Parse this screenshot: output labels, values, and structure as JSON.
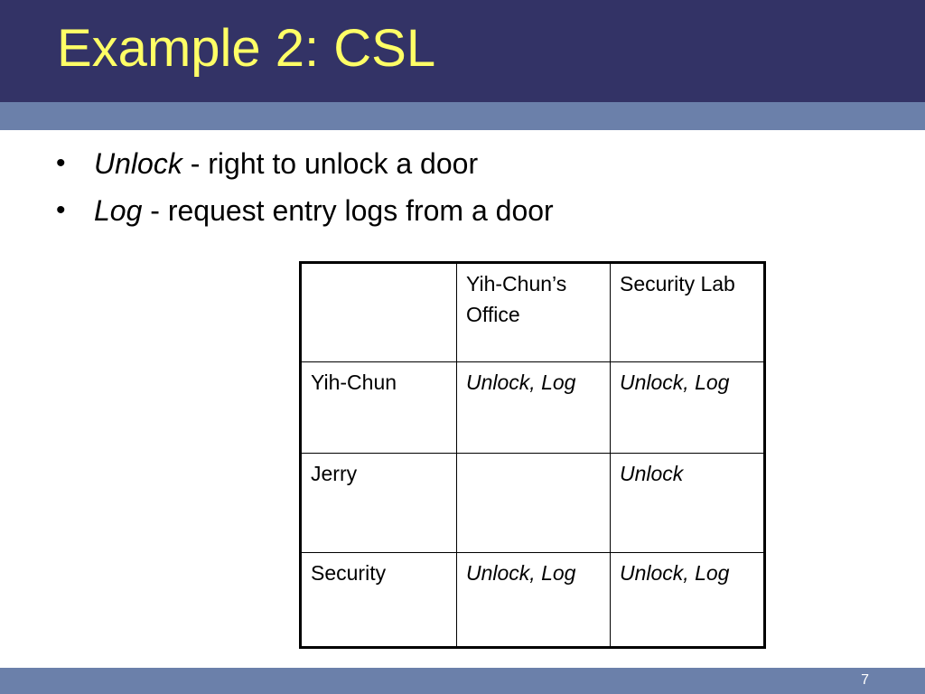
{
  "slide": {
    "title": "Example 2: CSL",
    "bullets": [
      {
        "marker": "•",
        "term": "Unlock",
        "description": " - right to unlock a door"
      },
      {
        "marker": "•",
        "term": "Log",
        "description": " - request entry logs from a door"
      }
    ],
    "table": {
      "headers": [
        "",
        "Yih-Chun’s Office",
        "Security Lab"
      ],
      "rows": [
        {
          "subject": "Yih-Chun",
          "cells": [
            "Unlock, Log",
            "Unlock, Log"
          ]
        },
        {
          "subject": "Jerry",
          "cells": [
            "",
            "Unlock"
          ]
        },
        {
          "subject": "Security",
          "cells": [
            "Unlock, Log",
            "Unlock, Log"
          ]
        }
      ]
    },
    "page_number": "7"
  },
  "colors": {
    "title_bar": "#333366",
    "accent_bar": "#6b80aa",
    "title_text": "#ffff66",
    "body_text": "#000000",
    "page_number_text": "#ffffff"
  }
}
